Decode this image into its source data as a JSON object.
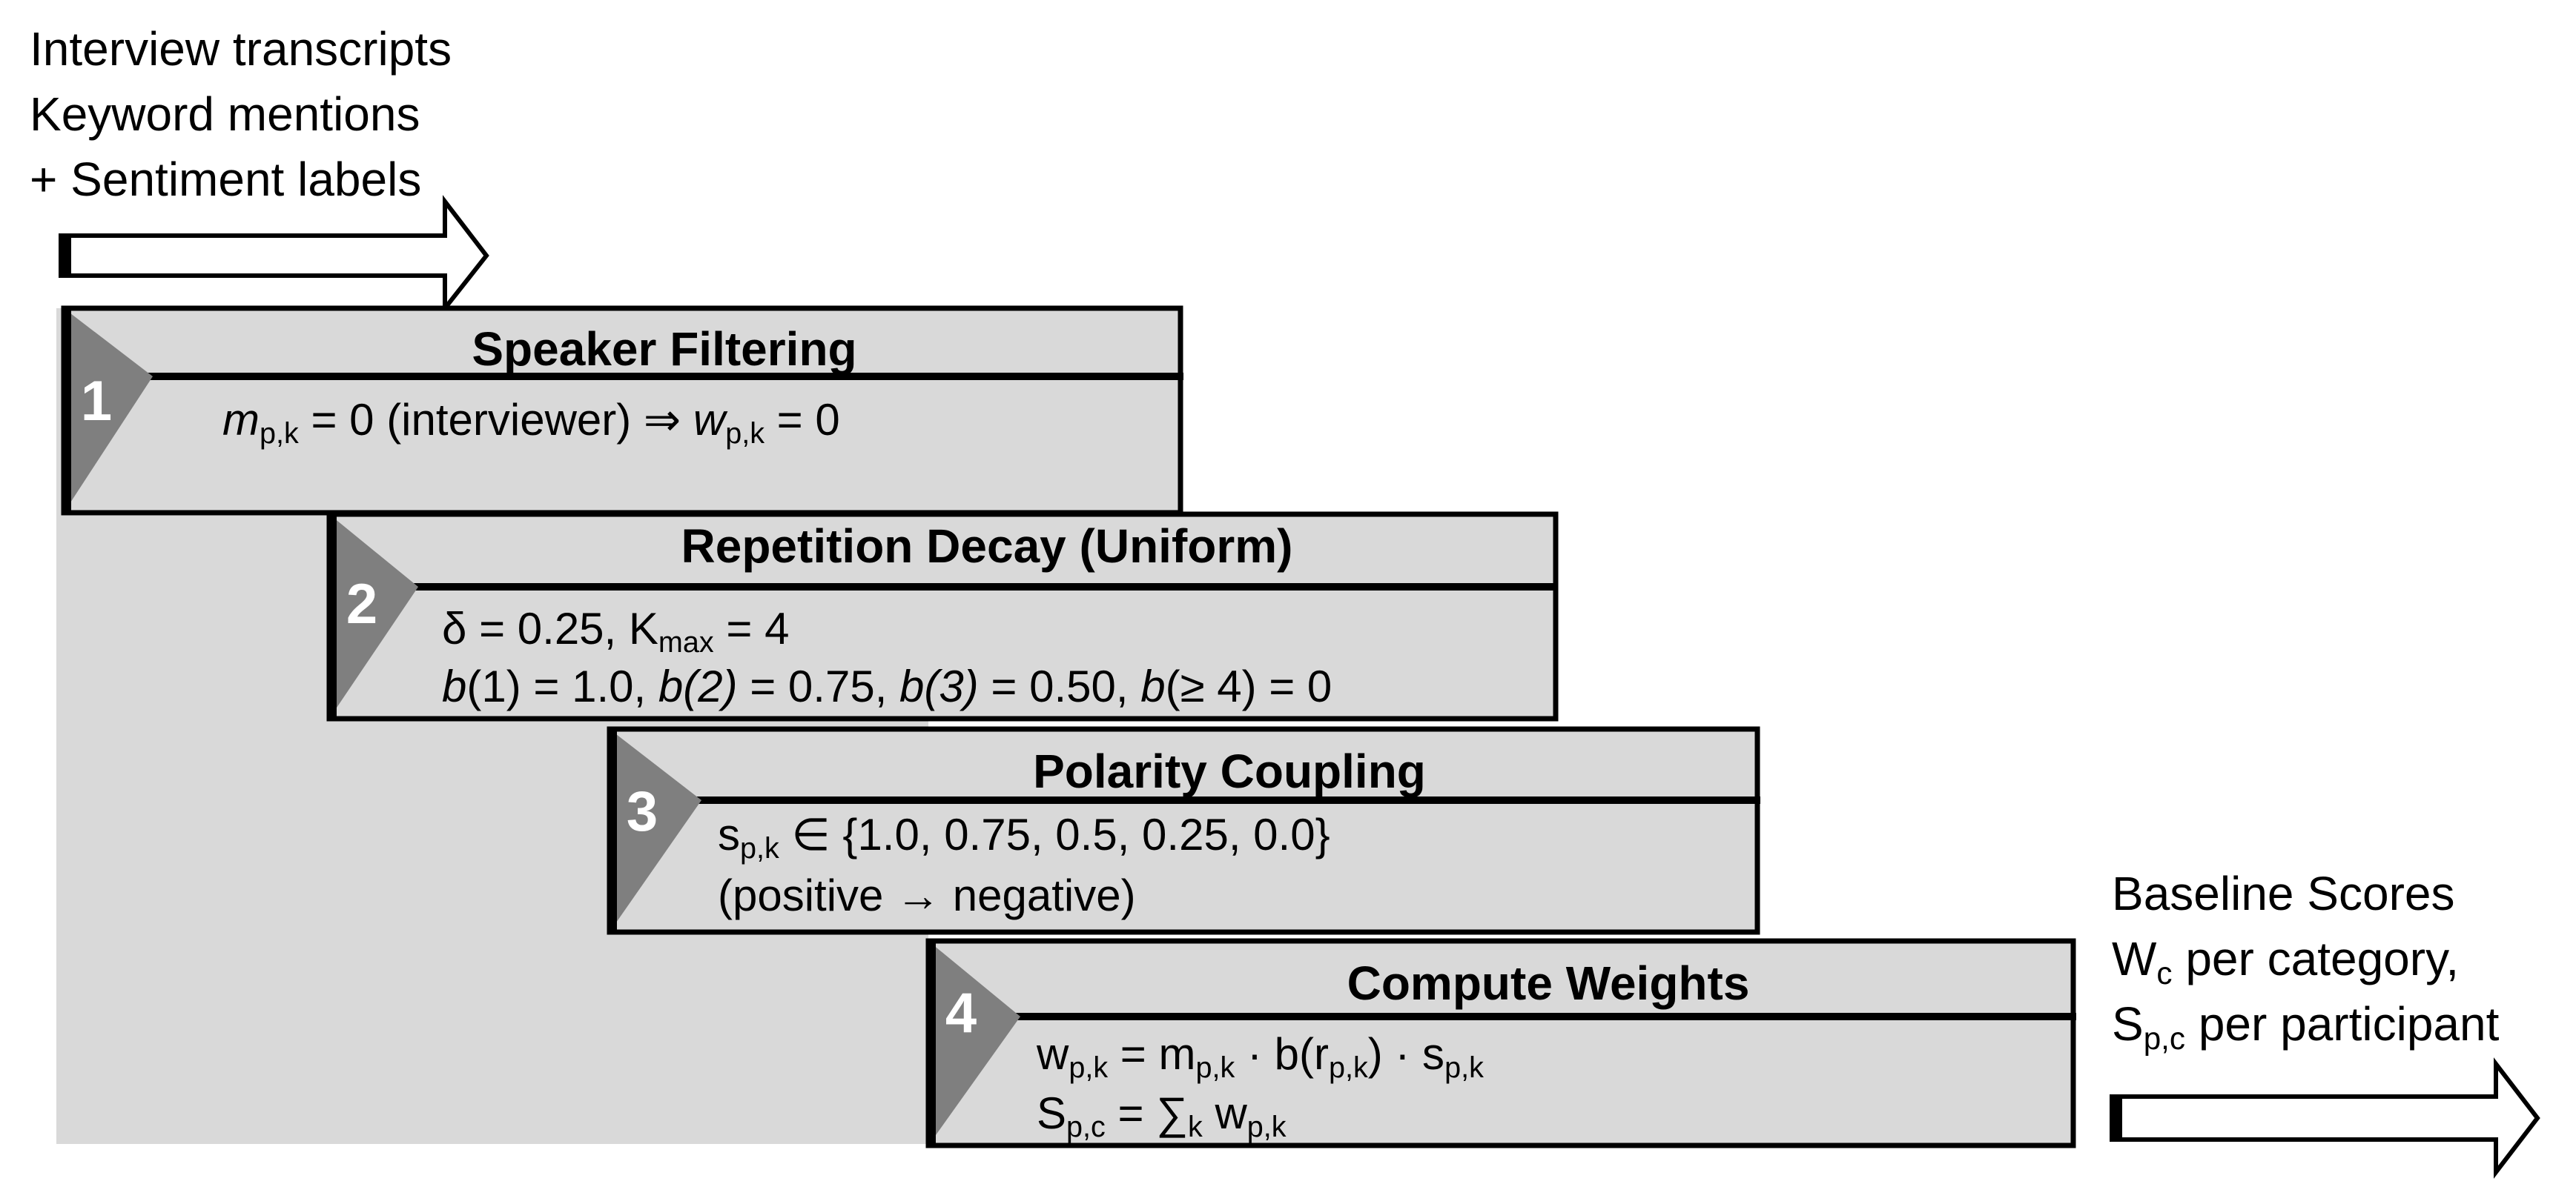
{
  "input": {
    "lines": [
      "Interview transcripts",
      "Keyword mentions",
      "+ Sentiment labels"
    ]
  },
  "output": {
    "line1": "Baseline Scores",
    "line2": {
      "var": "W",
      "sub": "c",
      "rest": " per category,"
    },
    "line3": {
      "var": "S",
      "sub": "p,c",
      "rest": " per participant"
    }
  },
  "steps": [
    {
      "number": "1",
      "title": "Speaker Filtering",
      "lines": [
        [
          {
            "t": "m",
            "i": true
          },
          {
            "t": "p,k",
            "sub": true
          },
          {
            "t": " = 0 (interviewer) ⇒ "
          },
          {
            "t": "w",
            "i": true
          },
          {
            "t": "p,k",
            "sub": true
          },
          {
            "t": " = 0"
          }
        ]
      ]
    },
    {
      "number": "2",
      "title": "Repetition Decay (Uniform)",
      "lines": [
        [
          {
            "t": "δ = 0.25, K"
          },
          {
            "t": "max",
            "sub": true
          },
          {
            "t": " = 4"
          }
        ],
        [
          {
            "t": "b",
            "i": true
          },
          {
            "t": "(1) = 1.0, "
          },
          {
            "t": "b(2)",
            "i": true
          },
          {
            "t": " = 0.75, "
          },
          {
            "t": "b(3)",
            "i": true
          },
          {
            "t": " = 0.50, "
          },
          {
            "t": "b",
            "i": true
          },
          {
            "t": "(≥ 4) = 0"
          }
        ]
      ]
    },
    {
      "number": "3",
      "title": "Polarity Coupling",
      "lines": [
        [
          {
            "t": "s"
          },
          {
            "t": "p,k",
            "sub": true
          },
          {
            "t": " ∈ {1.0, 0.75, 0.5, 0.25, 0.0}"
          }
        ],
        [
          {
            "t": "(positive → negative)"
          }
        ]
      ]
    },
    {
      "number": "4",
      "title": "Compute Weights",
      "lines": [
        [
          {
            "t": "w"
          },
          {
            "t": "p,k",
            "sub": true
          },
          {
            "t": " = m"
          },
          {
            "t": "p,k",
            "sub": true
          },
          {
            "t": " · b(r"
          },
          {
            "t": "p,k",
            "sub": true
          },
          {
            "t": ") · s"
          },
          {
            "t": "p,k",
            "sub": true
          }
        ],
        [
          {
            "t": "S"
          },
          {
            "t": "p,c",
            "sub": true
          },
          {
            "t": " = ∑"
          },
          {
            "t": "k",
            "sub": true
          },
          {
            "t": " w"
          },
          {
            "t": "p,k",
            "sub": true
          }
        ]
      ]
    }
  ],
  "colors": {
    "background_panel": "#d9d9d9",
    "box_fill": "#d9d9d9",
    "tab_triangle": "#7f7f7f",
    "border": "#000000",
    "number_text": "#ffffff"
  }
}
